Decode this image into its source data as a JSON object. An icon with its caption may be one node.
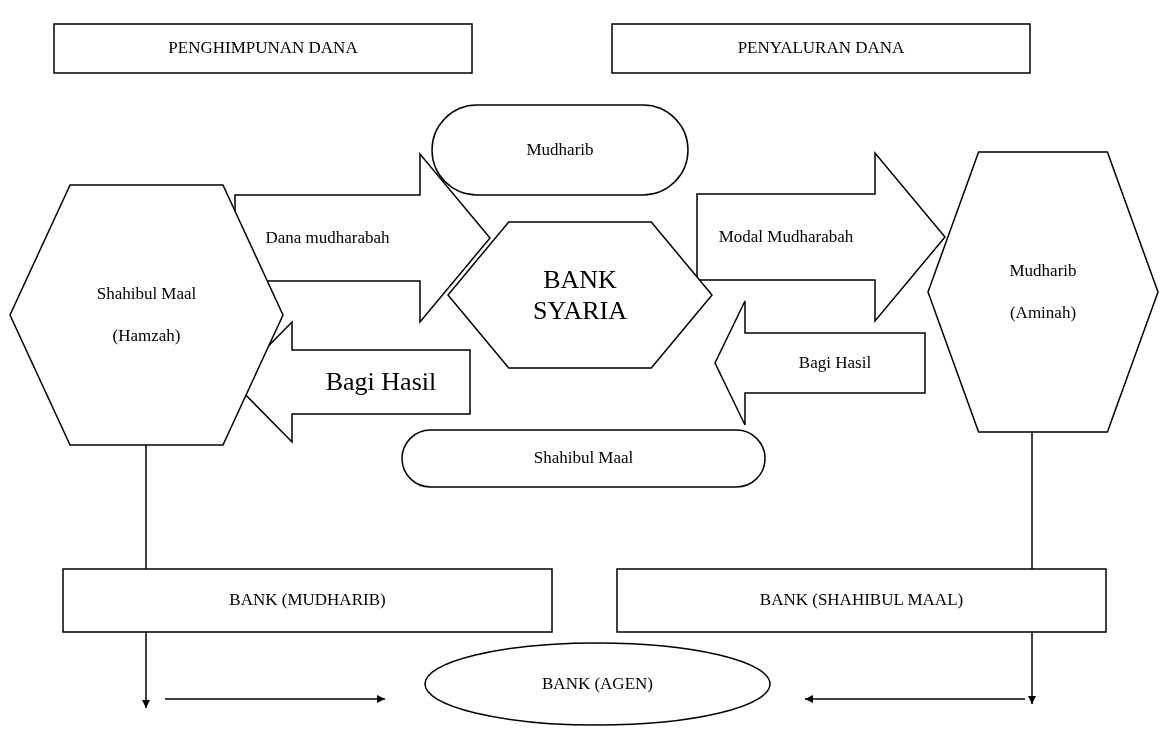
{
  "diagram": {
    "nodes": [
      {
        "text": [
          "PENGHIMPUNAN DANA"
        ]
      },
      {
        "text": [
          "PENYALURAN DANA"
        ]
      },
      {
        "text": [
          "Mudharib"
        ]
      },
      {
        "text": [
          "Shahibul Maal",
          "(Hamzah)"
        ]
      },
      {
        "text": [
          "BANK SYARIA"
        ]
      },
      {
        "text": [
          "Mudharib",
          "(Aminah)"
        ]
      },
      {
        "text": [
          "Shahibul Maal"
        ]
      },
      {
        "text": [
          "BANK (MUDHARIB)"
        ]
      },
      {
        "text": [
          "BANK (SHAHIBUL MAAL)"
        ]
      },
      {
        "text": [
          "BANK (AGEN)"
        ]
      }
    ],
    "edges": [
      {
        "from": 3,
        "to": 4,
        "arrow": "to",
        "label": "Dana mudharabah",
        "style": "thick"
      },
      {
        "from": 4,
        "to": 3,
        "arrow": "to",
        "label": "Bagi Hasil",
        "style": "thick"
      },
      {
        "from": 4,
        "to": 5,
        "arrow": "to",
        "label": "Modal Mudharabah",
        "style": "thick"
      },
      {
        "from": 5,
        "to": 4,
        "arrow": "to",
        "label": "Bagi Hasil",
        "style": "thick"
      },
      {
        "from": 3,
        "to": 7,
        "arrow": "none"
      },
      {
        "from": 5,
        "to": 8,
        "arrow": "none"
      },
      {
        "from": 7,
        "to": null,
        "arrow": "to"
      },
      {
        "from": 8,
        "to": null,
        "arrow": "to"
      },
      {
        "from": null,
        "to": 9,
        "arrow": "to"
      },
      {
        "from": null,
        "to": 9,
        "arrow": "to"
      }
    ]
  }
}
